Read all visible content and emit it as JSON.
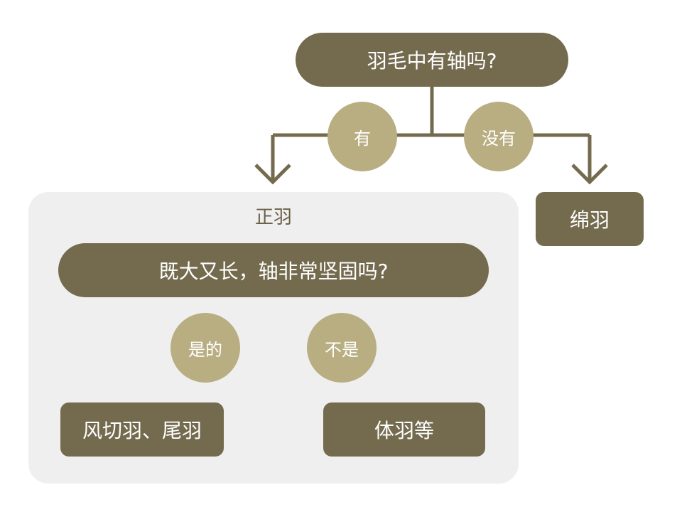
{
  "question_main": "羽毛中有轴吗?",
  "branch_main_yes": "有",
  "branch_main_no": "没有",
  "result_down": "绵羽",
  "group_title": "正羽",
  "question_sub": "既大又长，轴非常坚固吗?",
  "branch_sub_yes": "是的",
  "branch_sub_no": "不是",
  "result_flight": "风切羽、尾羽",
  "result_body": "体羽等",
  "colors": {
    "node_fill": "#746b4f",
    "bubble_fill": "#b9ae82",
    "panel_fill": "#efefef",
    "connector": "#746b4f"
  }
}
